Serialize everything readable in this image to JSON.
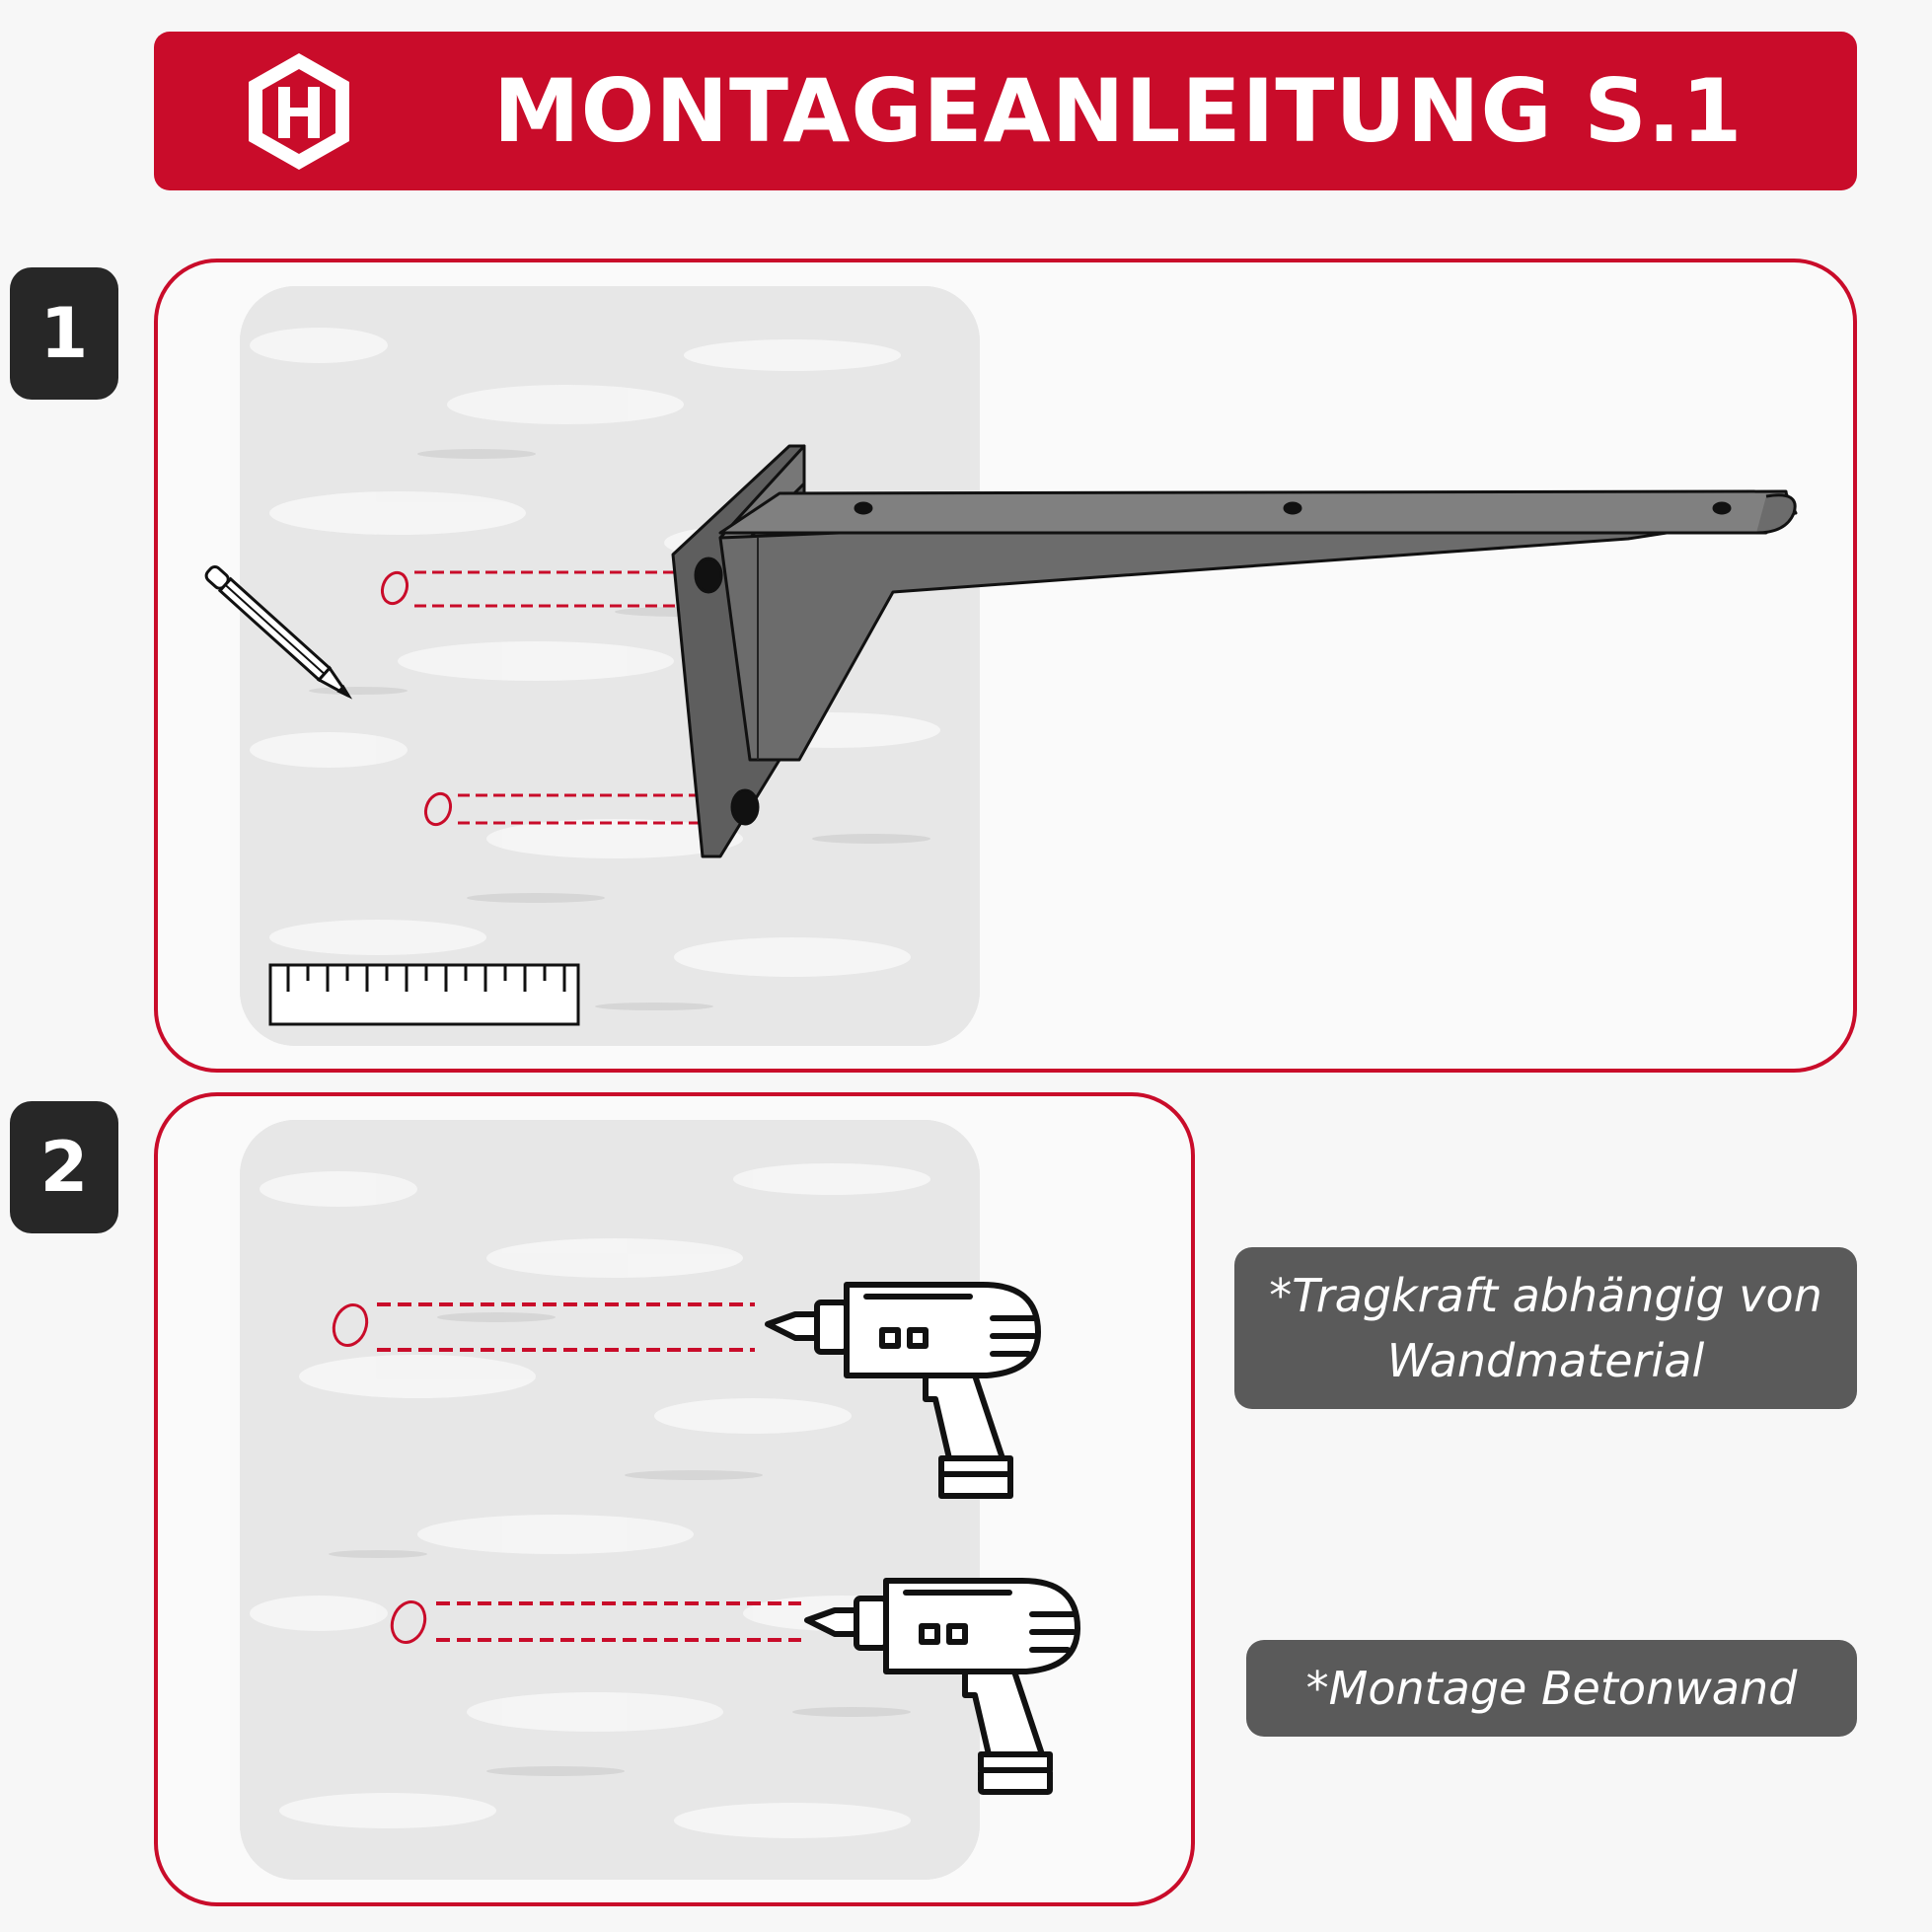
{
  "header": {
    "title": "MONTAGEANLEITUNG S.1",
    "logo_icon": "hexagon-h-logo-icon"
  },
  "steps": [
    {
      "number": "1",
      "icons": [
        "pencil-icon",
        "ruler-icon",
        "wall-bracket-icon"
      ]
    },
    {
      "number": "2",
      "icons": [
        "drill-icon",
        "drill-icon"
      ]
    }
  ],
  "notes": [
    {
      "text": "*Tragkraft abhängig von Wandmaterial"
    },
    {
      "text": "*Montage Betonwand"
    }
  ],
  "colors": {
    "accent": "#c90c2a",
    "badge": "#272727",
    "note_bg": "#5a5a5a",
    "bracket": "#686868"
  }
}
